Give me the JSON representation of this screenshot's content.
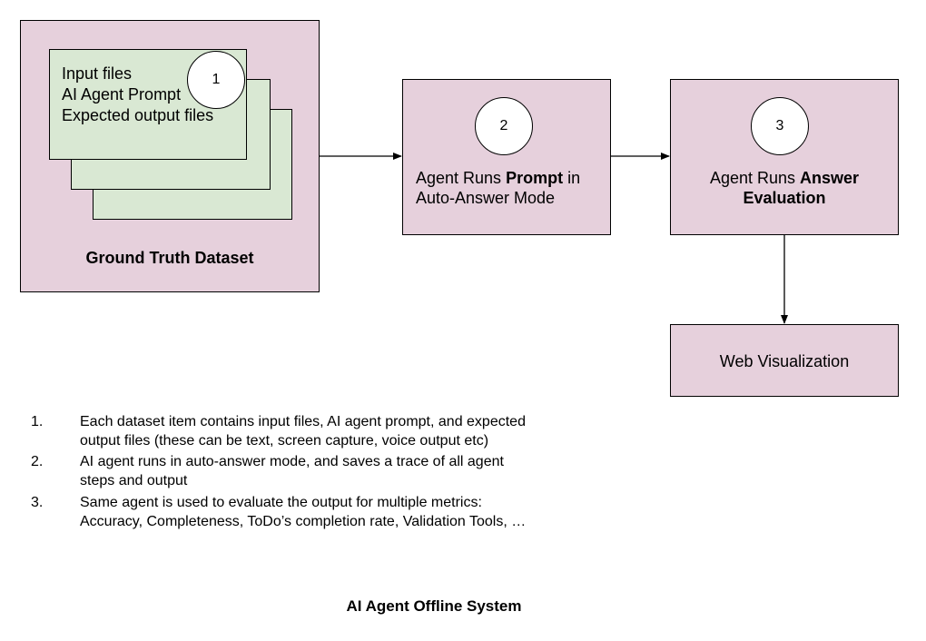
{
  "ground_truth": {
    "title": "Ground Truth Dataset",
    "step_number": "1",
    "card_lines": [
      "Input files",
      "AI Agent Prompt",
      "Expected output files"
    ]
  },
  "step2": {
    "number": "2",
    "text_plain_1": "Agent Runs ",
    "text_bold": "Prompt",
    "text_plain_2": " in",
    "text_line2": "Auto-Answer Mode"
  },
  "step3": {
    "number": "3",
    "text_plain": "Agent Runs ",
    "text_bold_1": "Answer",
    "text_bold_2": "Evaluation"
  },
  "web_visualization": {
    "label": "Web Visualization"
  },
  "notes": [
    {
      "num": "1.",
      "line1": "Each dataset item contains input files, AI agent prompt, and expected",
      "line2": "output files (these can be text, screen capture, voice output etc)"
    },
    {
      "num": "2.",
      "line1": "AI agent runs in auto-answer mode, and saves a trace of all agent",
      "line2": "steps and output"
    },
    {
      "num": "3.",
      "line1": "Same agent is used to evaluate the output for multiple metrics:",
      "line2": "Accuracy, Completeness, ToDo’s completion rate, Validation Tools, …"
    }
  ],
  "footer": {
    "title": "AI Agent Offline System"
  },
  "colors": {
    "box_fill": "#e6d0dc",
    "card_fill": "#d9e8d3",
    "stroke": "#000000"
  }
}
